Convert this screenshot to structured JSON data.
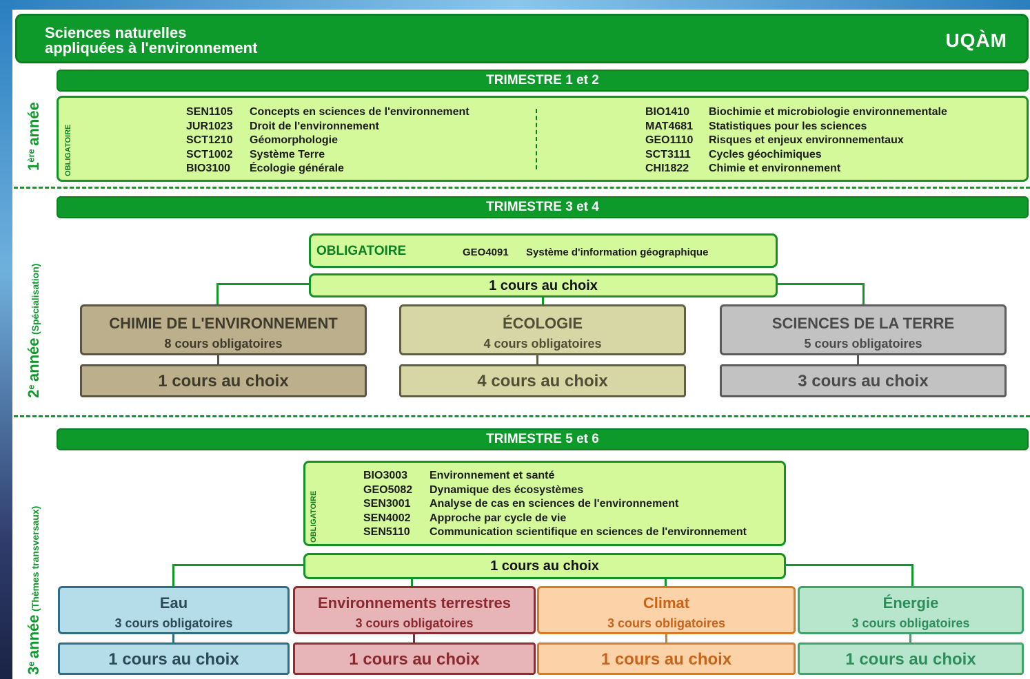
{
  "header": {
    "title_line1": "Sciences naturelles",
    "title_line2": "appliquées à l'environnement",
    "logo": "UQÀM"
  },
  "years": {
    "y1": {
      "num": "1",
      "sup": "ère",
      "word": "année",
      "sub": ""
    },
    "y2": {
      "num": "2",
      "sup": "e",
      "word": "année",
      "sub": "(Spécialisation)"
    },
    "y3": {
      "num": "3",
      "sup": "e",
      "word": "année",
      "sub": "(Thèmes transversaux)"
    }
  },
  "sem12": {
    "title": "TRIMESTRE 1 et 2",
    "side_label": "OBLIGATOIRE",
    "left_courses": [
      {
        "code": "SEN1105",
        "name": "Concepts en sciences de l'environnement"
      },
      {
        "code": "JUR1023",
        "name": "Droit de l'environnement"
      },
      {
        "code": "SCT1210",
        "name": "Géomorphologie"
      },
      {
        "code": "SCT1002",
        "name": "Système Terre"
      },
      {
        "code": "BIO3100",
        "name": "Écologie générale"
      }
    ],
    "right_courses": [
      {
        "code": "BIO1410",
        "name": "Biochimie et microbiologie environnementale"
      },
      {
        "code": "MAT4681",
        "name": "Statistiques pour les sciences"
      },
      {
        "code": "GEO1110",
        "name": "Risques et enjeux environnementaux"
      },
      {
        "code": "SCT3111",
        "name": "Cycles géochimiques"
      },
      {
        "code": "CHI1822",
        "name": "Chimie et environnement"
      }
    ]
  },
  "sem34": {
    "title": "TRIMESTRE 3 et 4",
    "mandatory_label": "OBLIGATOIRE",
    "mandatory_code": "GEO4091",
    "mandatory_name": "Système d'information géographique",
    "choice_bar": "1 cours au choix",
    "specs": [
      {
        "title": "CHIMIE DE L'ENVIRONNEMENT",
        "sub": "8 cours obligatoires",
        "choice": "1 cours au choix",
        "bg": "#bcb08c",
        "border": "#5a5443",
        "text": "#3e3a2c"
      },
      {
        "title": "ÉCOLOGIE",
        "sub": "4 cours obligatoires",
        "choice": "4 cours au choix",
        "bg": "#d7d7a6",
        "border": "#5f5f43",
        "text": "#4f4f35"
      },
      {
        "title": "SCIENCES DE LA TERRE",
        "sub": "5 cours obligatoires",
        "choice": "3 cours au choix",
        "bg": "#c2c2c2",
        "border": "#5b5b5b",
        "text": "#4a4a4a"
      }
    ]
  },
  "sem56": {
    "title": "TRIMESTRE 5 et 6",
    "side_label": "OBLIGATOIRE",
    "courses": [
      {
        "code": "BIO3003",
        "name": "Environnement et santé"
      },
      {
        "code": "GEO5082",
        "name": "Dynamique des écosystèmes"
      },
      {
        "code": "SEN3001",
        "name": "Analyse de cas en sciences de l'environnement"
      },
      {
        "code": "SEN4002",
        "name": "Approche par cycle de vie"
      },
      {
        "code": "SEN5110",
        "name": "Communication scientifique en sciences de l'environnement"
      }
    ],
    "choice_bar": "1 cours au choix",
    "themes": [
      {
        "title": "Eau",
        "sub": "3 cours obligatoires",
        "choice": "1 cours au choix",
        "bg": "#b5dde9",
        "border": "#2f6f86",
        "text": "#2b4a57"
      },
      {
        "title": "Environnements terrestres",
        "sub": "3 cours obligatoires",
        "choice": "1 cours au choix",
        "bg": "#e7b5b8",
        "border": "#8f2b32",
        "text": "#8a2a30"
      },
      {
        "title": "Climat",
        "sub": "3 cours obligatoires",
        "choice": "1 cours au choix",
        "bg": "#fcd3a9",
        "border": "#d97b22",
        "text": "#c8641a"
      },
      {
        "title": "Énergie",
        "sub": "3 cours obligatoires",
        "choice": "1 cours au choix",
        "bg": "#b8e6cd",
        "border": "#3ea56a",
        "text": "#2e8e5b"
      }
    ]
  },
  "colors": {
    "green": "#0e9a2a",
    "light_green": "#d4f99a",
    "dark_green": "#0b7f22"
  }
}
